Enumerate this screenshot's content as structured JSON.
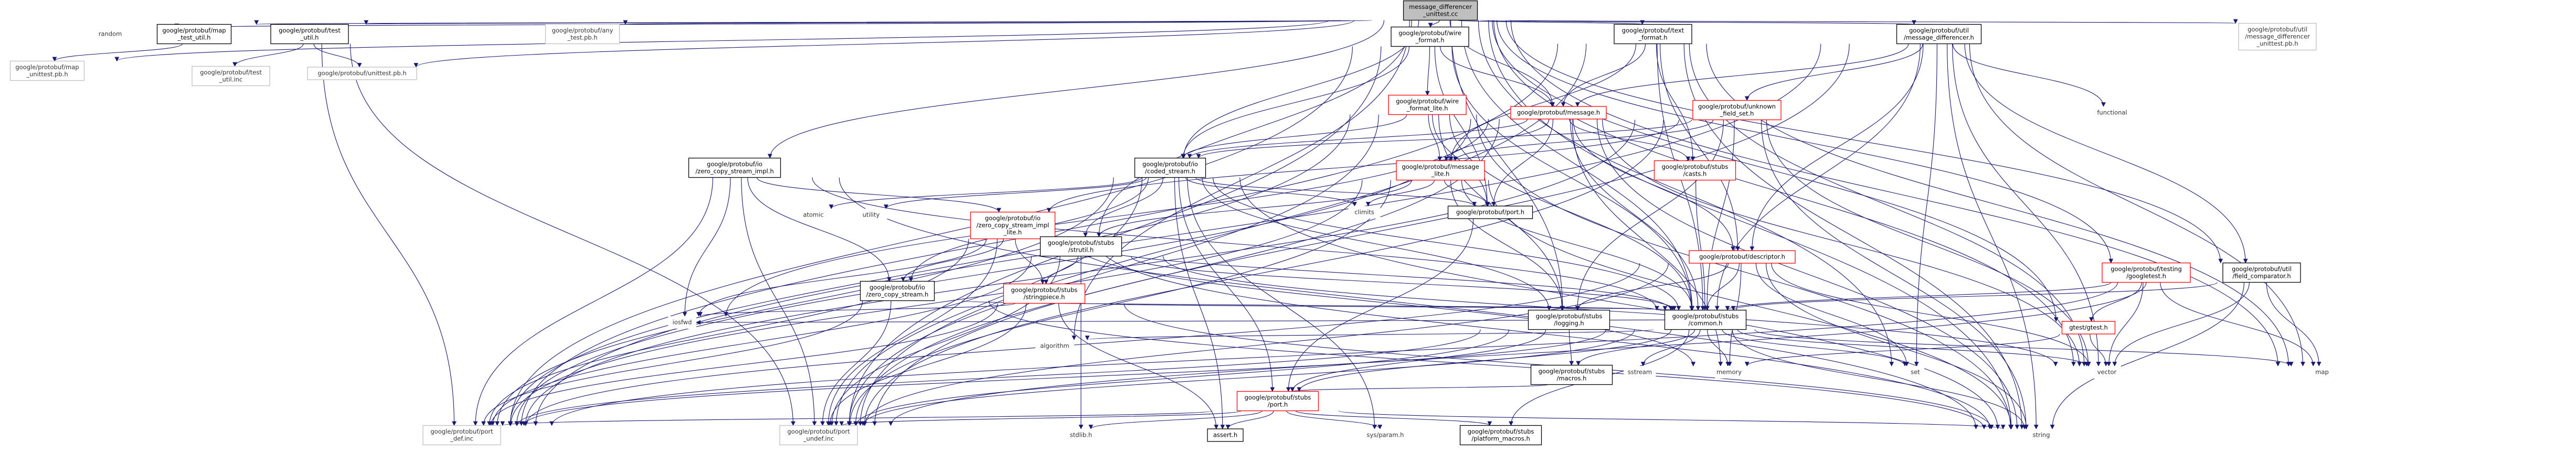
{
  "nodes": [
    {
      "id": "root",
      "lines": [
        "message_differencer",
        "_unittest.cc"
      ],
      "style": "root"
    },
    {
      "id": "random",
      "lines": [
        "random"
      ],
      "style": "plain"
    },
    {
      "id": "map_test_util",
      "lines": [
        "google/protobuf/map",
        "_test_util.h"
      ],
      "style": "black"
    },
    {
      "id": "test_util",
      "lines": [
        "google/protobuf/test",
        "_util.h"
      ],
      "style": "black"
    },
    {
      "id": "any_test",
      "lines": [
        "google/protobuf/any",
        "_test.pb.h"
      ],
      "style": "gray"
    },
    {
      "id": "wire_format",
      "lines": [
        "google/protobuf/wire",
        "_format.h"
      ],
      "style": "black"
    },
    {
      "id": "text_format",
      "lines": [
        "google/protobuf/text",
        "_format.h"
      ],
      "style": "black"
    },
    {
      "id": "util_md",
      "lines": [
        "google/protobuf/util",
        "/message_differencer.h"
      ],
      "style": "black"
    },
    {
      "id": "md_unittest",
      "lines": [
        "google/protobuf/util",
        "/message_differencer",
        "_unittest.pb.h"
      ],
      "style": "gray"
    },
    {
      "id": "map_unittest",
      "lines": [
        "google/protobuf/map",
        "_unittest.pb.h"
      ],
      "style": "gray"
    },
    {
      "id": "test_util_inc",
      "lines": [
        "google/protobuf/test",
        "_util.inc"
      ],
      "style": "gray"
    },
    {
      "id": "unittest_pb",
      "lines": [
        "google/protobuf/unittest.pb.h"
      ],
      "style": "gray"
    },
    {
      "id": "wire_format_lite",
      "lines": [
        "google/protobuf/wire",
        "_format_lite.h"
      ],
      "style": "red"
    },
    {
      "id": "message_h",
      "lines": [
        "google/protobuf/message.h"
      ],
      "style": "red"
    },
    {
      "id": "unknown_field",
      "lines": [
        "google/protobuf/unknown",
        "_field_set.h"
      ],
      "style": "red"
    },
    {
      "id": "functional",
      "lines": [
        "functional"
      ],
      "style": "plain"
    },
    {
      "id": "zero_copy_impl",
      "lines": [
        "google/protobuf/io",
        "/zero_copy_stream_impl.h"
      ],
      "style": "black"
    },
    {
      "id": "coded_stream",
      "lines": [
        "google/protobuf/io",
        "/coded_stream.h"
      ],
      "style": "black"
    },
    {
      "id": "message_lite",
      "lines": [
        "google/protobuf/message",
        "_lite.h"
      ],
      "style": "red"
    },
    {
      "id": "casts",
      "lines": [
        "google/protobuf/stubs",
        "/casts.h"
      ],
      "style": "red"
    },
    {
      "id": "atomic",
      "lines": [
        "atomic"
      ],
      "style": "plain"
    },
    {
      "id": "utility",
      "lines": [
        "utility"
      ],
      "style": "plain"
    },
    {
      "id": "zcs_impl_lite",
      "lines": [
        "google/protobuf/io",
        "/zero_copy_stream_impl",
        "_lite.h"
      ],
      "style": "red"
    },
    {
      "id": "stubs_strutil",
      "lines": [
        "google/protobuf/stubs",
        "/strutil.h"
      ],
      "style": "black"
    },
    {
      "id": "climits",
      "lines": [
        "climits"
      ],
      "style": "plain"
    },
    {
      "id": "port_h",
      "lines": [
        "google/protobuf/port.h"
      ],
      "style": "black"
    },
    {
      "id": "stringpiece",
      "lines": [
        "google/protobuf/stubs",
        "/stringpiece.h"
      ],
      "style": "red"
    },
    {
      "id": "zcs",
      "lines": [
        "google/protobuf/io",
        "/zero_copy_stream.h"
      ],
      "style": "black"
    },
    {
      "id": "iosfwd",
      "lines": [
        "iosfwd"
      ],
      "style": "plain"
    },
    {
      "id": "descriptor",
      "lines": [
        "google/protobuf/descriptor.h"
      ],
      "style": "red"
    },
    {
      "id": "googletest",
      "lines": [
        "google/protobuf/testing",
        "/googletest.h"
      ],
      "style": "red"
    },
    {
      "id": "field_comparator",
      "lines": [
        "google/protobuf/util",
        "/field_comparator.h"
      ],
      "style": "black"
    },
    {
      "id": "logging",
      "lines": [
        "google/protobuf/stubs",
        "/logging.h"
      ],
      "style": "black"
    },
    {
      "id": "common",
      "lines": [
        "google/protobuf/stubs",
        "/common.h"
      ],
      "style": "black"
    },
    {
      "id": "gtest",
      "lines": [
        "gtest/gtest.h"
      ],
      "style": "red"
    },
    {
      "id": "algorithm",
      "lines": [
        "algorithm"
      ],
      "style": "plain"
    },
    {
      "id": "macros",
      "lines": [
        "google/protobuf/stubs",
        "/macros.h"
      ],
      "style": "black"
    },
    {
      "id": "sstream",
      "lines": [
        "sstream"
      ],
      "style": "plain"
    },
    {
      "id": "memory",
      "lines": [
        "memory"
      ],
      "style": "plain"
    },
    {
      "id": "set",
      "lines": [
        "set"
      ],
      "style": "plain"
    },
    {
      "id": "vector",
      "lines": [
        "vector"
      ],
      "style": "plain"
    },
    {
      "id": "map",
      "lines": [
        "map"
      ],
      "style": "plain"
    },
    {
      "id": "stubs_port",
      "lines": [
        "google/protobuf/stubs",
        "/port.h"
      ],
      "style": "red"
    },
    {
      "id": "port_def",
      "lines": [
        "google/protobuf/port",
        "_def.inc"
      ],
      "style": "gray"
    },
    {
      "id": "port_undef",
      "lines": [
        "google/protobuf/port",
        "_undef.inc"
      ],
      "style": "gray"
    },
    {
      "id": "stdlib",
      "lines": [
        "stdlib.h"
      ],
      "style": "plain"
    },
    {
      "id": "assert",
      "lines": [
        "assert.h"
      ],
      "style": "black"
    },
    {
      "id": "sys_param",
      "lines": [
        "sys/param.h"
      ],
      "style": "plain"
    },
    {
      "id": "platform_macros",
      "lines": [
        "google/protobuf/stubs",
        "/platform_macros.h"
      ],
      "style": "black"
    },
    {
      "id": "string",
      "lines": [
        "string"
      ],
      "style": "plain"
    }
  ],
  "edges": [
    [
      "root",
      "random"
    ],
    [
      "root",
      "map_test_util"
    ],
    [
      "root",
      "test_util"
    ],
    [
      "root",
      "any_test"
    ],
    [
      "root",
      "wire_format"
    ],
    [
      "root",
      "text_format"
    ],
    [
      "root",
      "util_md"
    ],
    [
      "root",
      "md_unittest"
    ],
    [
      "root",
      "map_unittest"
    ],
    [
      "root",
      "unittest_pb"
    ],
    [
      "root",
      "zero_copy_impl"
    ],
    [
      "root",
      "coded_stream"
    ],
    [
      "root",
      "message_h"
    ],
    [
      "root",
      "common"
    ],
    [
      "root",
      "logging"
    ],
    [
      "root",
      "stubs_strutil"
    ],
    [
      "root",
      "googletest"
    ],
    [
      "root",
      "field_comparator"
    ],
    [
      "root",
      "gtest"
    ],
    [
      "root",
      "algorithm"
    ],
    [
      "root",
      "string"
    ],
    [
      "root",
      "map"
    ],
    [
      "root",
      "vector"
    ],
    [
      "root",
      "set"
    ],
    [
      "map_test_util",
      "map_unittest"
    ],
    [
      "test_util",
      "test_util_inc"
    ],
    [
      "test_util",
      "unittest_pb"
    ],
    [
      "test_util",
      "port_def"
    ],
    [
      "test_util",
      "port_undef"
    ],
    [
      "wire_format",
      "wire_format_lite"
    ],
    [
      "wire_format",
      "message_h"
    ],
    [
      "wire_format",
      "coded_stream"
    ],
    [
      "wire_format",
      "port_h"
    ],
    [
      "wire_format",
      "port_def"
    ],
    [
      "wire_format",
      "port_undef"
    ],
    [
      "wire_format",
      "common"
    ],
    [
      "text_format",
      "message_h"
    ],
    [
      "text_format",
      "message_lite"
    ],
    [
      "text_format",
      "descriptor"
    ],
    [
      "text_format",
      "casts"
    ],
    [
      "text_format",
      "port_def"
    ],
    [
      "text_format",
      "port_undef"
    ],
    [
      "text_format",
      "common"
    ],
    [
      "text_format",
      "map"
    ],
    [
      "text_format",
      "string"
    ],
    [
      "text_format",
      "vector"
    ],
    [
      "util_md",
      "message_h"
    ],
    [
      "util_md",
      "unknown_field"
    ],
    [
      "util_md",
      "descriptor"
    ],
    [
      "util_md",
      "field_comparator"
    ],
    [
      "util_md",
      "functional"
    ],
    [
      "util_md",
      "map"
    ],
    [
      "util_md",
      "set"
    ],
    [
      "util_md",
      "vector"
    ],
    [
      "util_md",
      "string"
    ],
    [
      "util_md",
      "port_def"
    ],
    [
      "util_md",
      "port_undef"
    ],
    [
      "util_md",
      "common"
    ],
    [
      "wire_format_lite",
      "message_lite"
    ],
    [
      "wire_format_lite",
      "coded_stream"
    ],
    [
      "wire_format_lite",
      "port_h"
    ],
    [
      "wire_format_lite",
      "common"
    ],
    [
      "wire_format_lite",
      "logging"
    ],
    [
      "wire_format_lite",
      "port_def"
    ],
    [
      "wire_format_lite",
      "port_undef"
    ],
    [
      "wire_format_lite",
      "string"
    ],
    [
      "message_h",
      "message_lite"
    ],
    [
      "message_h",
      "descriptor"
    ],
    [
      "message_h",
      "casts"
    ],
    [
      "message_h",
      "coded_stream"
    ],
    [
      "message_h",
      "port_h"
    ],
    [
      "message_h",
      "port_def"
    ],
    [
      "message_h",
      "port_undef"
    ],
    [
      "message_h",
      "common"
    ],
    [
      "message_h",
      "iosfwd"
    ],
    [
      "message_h",
      "string"
    ],
    [
      "message_h",
      "vector"
    ],
    [
      "message_h",
      "memory"
    ],
    [
      "unknown_field",
      "message_lite"
    ],
    [
      "unknown_field",
      "coded_stream"
    ],
    [
      "unknown_field",
      "zcs_impl_lite"
    ],
    [
      "unknown_field",
      "logging"
    ],
    [
      "unknown_field",
      "port_def"
    ],
    [
      "unknown_field",
      "port_undef"
    ],
    [
      "unknown_field",
      "string"
    ],
    [
      "unknown_field",
      "vector"
    ],
    [
      "unknown_field",
      "common"
    ],
    [
      "zero_copy_impl",
      "zcs"
    ],
    [
      "zero_copy_impl",
      "zcs_impl_lite"
    ],
    [
      "zero_copy_impl",
      "common"
    ],
    [
      "zero_copy_impl",
      "port_def"
    ],
    [
      "zero_copy_impl",
      "port_undef"
    ],
    [
      "zero_copy_impl",
      "iosfwd"
    ],
    [
      "zero_copy_impl",
      "string"
    ],
    [
      "coded_stream",
      "stubs_strutil"
    ],
    [
      "coded_stream",
      "zcs"
    ],
    [
      "coded_stream",
      "logging"
    ],
    [
      "coded_stream",
      "common"
    ],
    [
      "coded_stream",
      "stubs_port"
    ],
    [
      "coded_stream",
      "port_h"
    ],
    [
      "coded_stream",
      "port_def"
    ],
    [
      "coded_stream",
      "port_undef"
    ],
    [
      "coded_stream",
      "atomic"
    ],
    [
      "coded_stream",
      "utility"
    ],
    [
      "coded_stream",
      "climits"
    ],
    [
      "coded_stream",
      "string"
    ],
    [
      "coded_stream",
      "assert"
    ],
    [
      "coded_stream",
      "sys_param"
    ],
    [
      "message_lite",
      "port_h"
    ],
    [
      "message_lite",
      "common"
    ],
    [
      "message_lite",
      "logging"
    ],
    [
      "message_lite",
      "stubs_strutil"
    ],
    [
      "message_lite",
      "climits"
    ],
    [
      "message_lite",
      "port_def"
    ],
    [
      "message_lite",
      "port_undef"
    ],
    [
      "message_lite",
      "string"
    ],
    [
      "casts",
      "common"
    ],
    [
      "zcs_impl_lite",
      "zcs"
    ],
    [
      "zcs_impl_lite",
      "common"
    ],
    [
      "zcs_impl_lite",
      "stringpiece"
    ],
    [
      "zcs_impl_lite",
      "port_def"
    ],
    [
      "zcs_impl_lite",
      "port_undef"
    ],
    [
      "zcs_impl_lite",
      "iosfwd"
    ],
    [
      "zcs_impl_lite",
      "memory"
    ],
    [
      "zcs_impl_lite",
      "string"
    ],
    [
      "stubs_strutil",
      "stringpiece"
    ],
    [
      "stubs_strutil",
      "common"
    ],
    [
      "stubs_strutil",
      "port_def"
    ],
    [
      "stubs_strutil",
      "port_undef"
    ],
    [
      "stubs_strutil",
      "stdlib"
    ],
    [
      "stubs_strutil",
      "vector"
    ],
    [
      "port_h",
      "stubs_port"
    ],
    [
      "stringpiece",
      "common"
    ],
    [
      "stringpiece",
      "port_def"
    ],
    [
      "stringpiece",
      "port_undef"
    ],
    [
      "stringpiece",
      "string"
    ],
    [
      "stringpiece",
      "iosfwd"
    ],
    [
      "stringpiece",
      "assert"
    ],
    [
      "zcs",
      "common"
    ],
    [
      "zcs",
      "port_def"
    ],
    [
      "zcs",
      "port_undef"
    ],
    [
      "zcs",
      "string"
    ],
    [
      "descriptor",
      "common"
    ],
    [
      "descriptor",
      "logging"
    ],
    [
      "descriptor",
      "port_def"
    ],
    [
      "descriptor",
      "port_undef"
    ],
    [
      "descriptor",
      "memory"
    ],
    [
      "descriptor",
      "set"
    ],
    [
      "descriptor",
      "string"
    ],
    [
      "descriptor",
      "vector"
    ],
    [
      "googletest",
      "common"
    ],
    [
      "googletest",
      "gtest"
    ],
    [
      "googletest",
      "map"
    ],
    [
      "googletest",
      "vector"
    ],
    [
      "field_comparator",
      "common"
    ],
    [
      "field_comparator",
      "map"
    ],
    [
      "field_comparator",
      "string"
    ],
    [
      "field_comparator",
      "vector"
    ],
    [
      "field_comparator",
      "port_def"
    ],
    [
      "field_comparator",
      "port_undef"
    ],
    [
      "logging",
      "macros"
    ],
    [
      "logging",
      "stubs_port"
    ],
    [
      "logging",
      "port_def"
    ],
    [
      "logging",
      "port_undef"
    ],
    [
      "common",
      "macros"
    ],
    [
      "common",
      "stubs_port"
    ],
    [
      "common",
      "platform_macros"
    ],
    [
      "common",
      "port_def"
    ],
    [
      "common",
      "port_undef"
    ],
    [
      "common",
      "memory"
    ],
    [
      "common",
      "sstream"
    ],
    [
      "common",
      "string"
    ],
    [
      "common",
      "vector"
    ],
    [
      "common",
      "algorithm"
    ],
    [
      "common",
      "iosfwd"
    ],
    [
      "common",
      "map"
    ],
    [
      "common",
      "set"
    ],
    [
      "gtest",
      "vector"
    ],
    [
      "gtest",
      "memory"
    ],
    [
      "macros",
      "stubs_port"
    ],
    [
      "stubs_port",
      "port_def"
    ],
    [
      "stubs_port",
      "port_undef"
    ],
    [
      "stubs_port",
      "assert"
    ],
    [
      "stubs_port",
      "stdlib"
    ],
    [
      "stubs_port",
      "sys_param"
    ],
    [
      "stubs_port",
      "platform_macros"
    ],
    [
      "stubs_port",
      "string"
    ]
  ]
}
